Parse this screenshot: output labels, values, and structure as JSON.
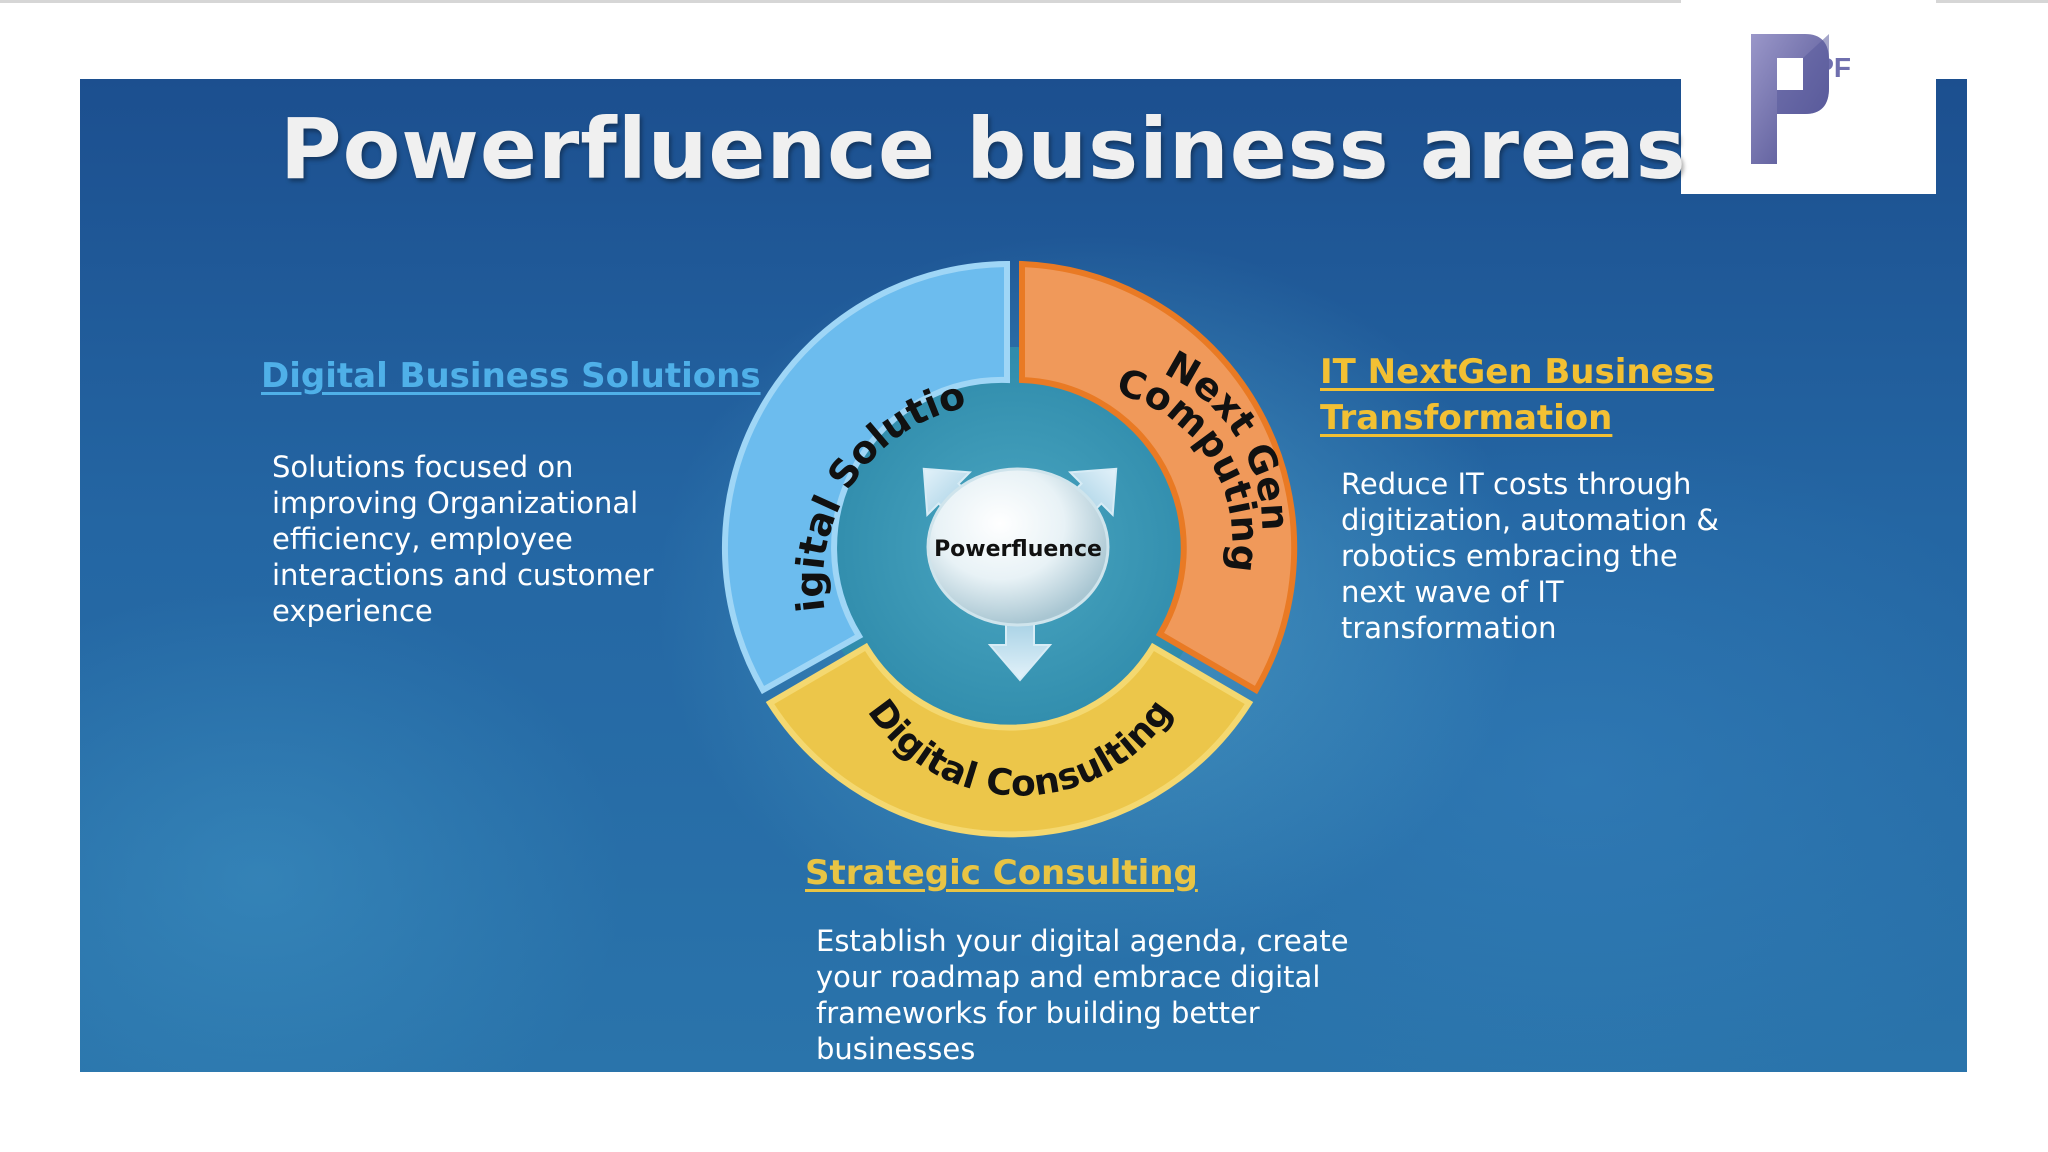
{
  "title": "Powerfluence business areas",
  "logo": {
    "text": "PF",
    "icon": "powerfluence-logo-icon"
  },
  "center": {
    "label": "Powerfluence"
  },
  "segments": [
    {
      "id": "solutions",
      "label": "Digital Solutions",
      "color": "#6cbcee"
    },
    {
      "id": "nextgen",
      "label_line1": "Next Gen",
      "label_line2": "Computing",
      "color": "#f0995a"
    },
    {
      "id": "consulting",
      "label": "Digital Consulting",
      "color": "#ecc64a"
    }
  ],
  "areas": [
    {
      "heading": "Digital Business Solutions",
      "description": "Solutions focused on improving  Organizational efficiency, employee interactions and customer experience"
    },
    {
      "heading": "IT NextGen Business Transformation",
      "description": "Reduce IT costs through digitization, automation & robotics embracing the next wave of IT transformation"
    },
    {
      "heading": "Strategic Consulting",
      "description": "Establish your digital agenda, create your roadmap and embrace digital frameworks for building better businesses"
    }
  ],
  "colors": {
    "background": "#2466a3",
    "heading_blue": "#4fb0e8",
    "heading_yellow": "#f2c033"
  }
}
